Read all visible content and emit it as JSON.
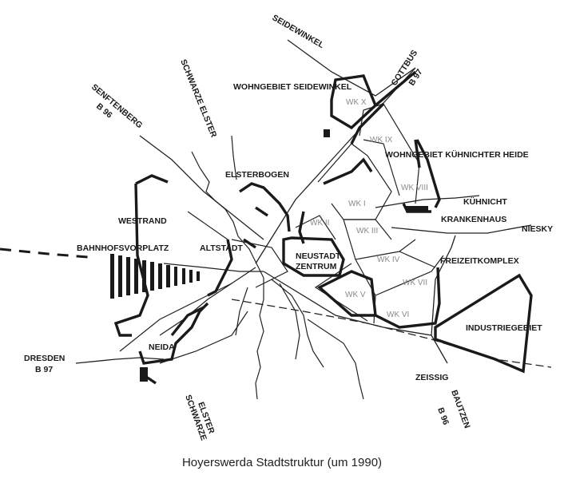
{
  "caption": "Hoyerswerda Stadtstruktur (um 1990)",
  "labels": {
    "seidewinkel": "SEIDEWINKEL",
    "cottbus": "COTTBUS",
    "b97_north": "B 97",
    "wohngebiet_seidewinkel": "WOHNGEBIET SEIDEWINKEL",
    "schwarze_elster_north": "SCHWARZE ELSTER",
    "senftenberg": "SENFTENBERG",
    "b96_north": "B 96",
    "elsterbogen": "ELSTERBOGEN",
    "wohngebiet_kuehnichter_heide": "WOHNGEBIET KÜHNICHTER HEIDE",
    "kuehnicht": "KÜHNICHT",
    "krankenhaus": "KRANKENHAUS",
    "niesky": "NIESKY",
    "westrand": "WESTRAND",
    "bahnhofsvorplatz": "BAHNHOFSVORPLATZ",
    "altstadt": "ALTSTADT",
    "neustadt_zentrum_1": "NEUSTADT",
    "neustadt_zentrum_2": "ZENTRUM",
    "freizeitkomplex": "FREIZEITKOMPLEX",
    "industriegebiet": "INDUSTRIEGEBIET",
    "neida": "NEIDA",
    "dresden": "DRESDEN",
    "b97_south": "B 97",
    "zeissig": "ZEISSIG",
    "bautzen": "BAUTZEN",
    "b96_south": "B 96",
    "schwarze_south_1": "SCHWARZE",
    "schwarze_south_2": "ELSTER"
  },
  "wk_labels": {
    "wk10": "WK X",
    "wk9": "WK IX",
    "wk8": "WK VIII",
    "wk1": "WK I",
    "wk2": "WK II",
    "wk3": "WK III",
    "wk4": "WK IV",
    "wk5": "WK V",
    "wk6": "WK VI",
    "wk7": "WK VII"
  }
}
